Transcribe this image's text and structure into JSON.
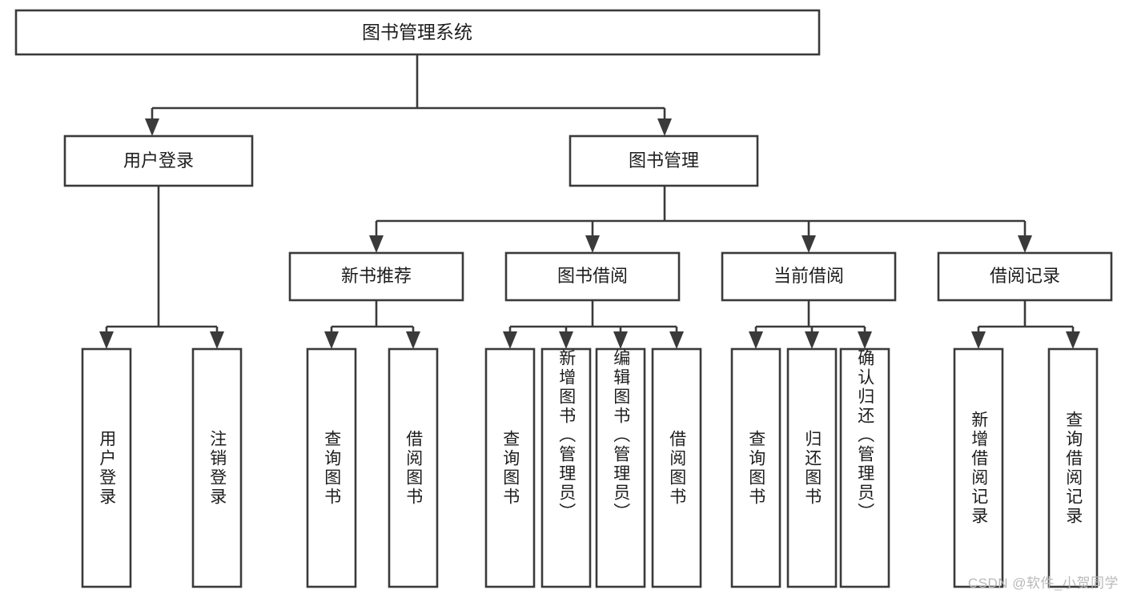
{
  "diagram": {
    "type": "tree",
    "orientation": "top-down",
    "title_node": {
      "id": "root",
      "label": "图书管理系统"
    },
    "level2": [
      {
        "id": "user-login",
        "label": "用户登录"
      },
      {
        "id": "book-management",
        "label": "图书管理"
      }
    ],
    "level3": [
      {
        "id": "new-book-recommend",
        "label": "新书推荐",
        "parent": "book-management"
      },
      {
        "id": "book-borrow",
        "label": "图书借阅",
        "parent": "book-management"
      },
      {
        "id": "current-borrow",
        "label": "当前借阅",
        "parent": "book-management"
      },
      {
        "id": "borrow-record",
        "label": "借阅记录",
        "parent": "book-management"
      }
    ],
    "leaves": {
      "user-login": [
        {
          "id": "leaf-user-login",
          "label": "用户登录"
        },
        {
          "id": "leaf-logout-login",
          "label": "注销登录"
        }
      ],
      "new-book-recommend": [
        {
          "id": "leaf-query-book-1",
          "label": "查询图书"
        },
        {
          "id": "leaf-borrow-book-1",
          "label": "借阅图书"
        }
      ],
      "book-borrow": [
        {
          "id": "leaf-query-book-2",
          "label": "查询图书"
        },
        {
          "id": "leaf-add-book",
          "label": "新增图书（管理员）"
        },
        {
          "id": "leaf-edit-book",
          "label": "编辑图书（管理员）"
        },
        {
          "id": "leaf-borrow-book-2",
          "label": "借阅图书"
        }
      ],
      "current-borrow": [
        {
          "id": "leaf-query-book-3",
          "label": "查询图书"
        },
        {
          "id": "leaf-return-book",
          "label": "归还图书"
        },
        {
          "id": "leaf-confirm-return",
          "label": "确认归还（管理员）"
        }
      ],
      "borrow-record": [
        {
          "id": "leaf-add-record",
          "label": "新增借阅记录"
        },
        {
          "id": "leaf-query-record",
          "label": "查询借阅记录"
        }
      ]
    }
  },
  "watermark": {
    "text": "CSDN @软件_小贺同学"
  },
  "colors": {
    "stroke": "#3a3a3a",
    "fill": "#ffffff",
    "text": "#1d1d1d",
    "watermark": "#b9b9b9"
  }
}
